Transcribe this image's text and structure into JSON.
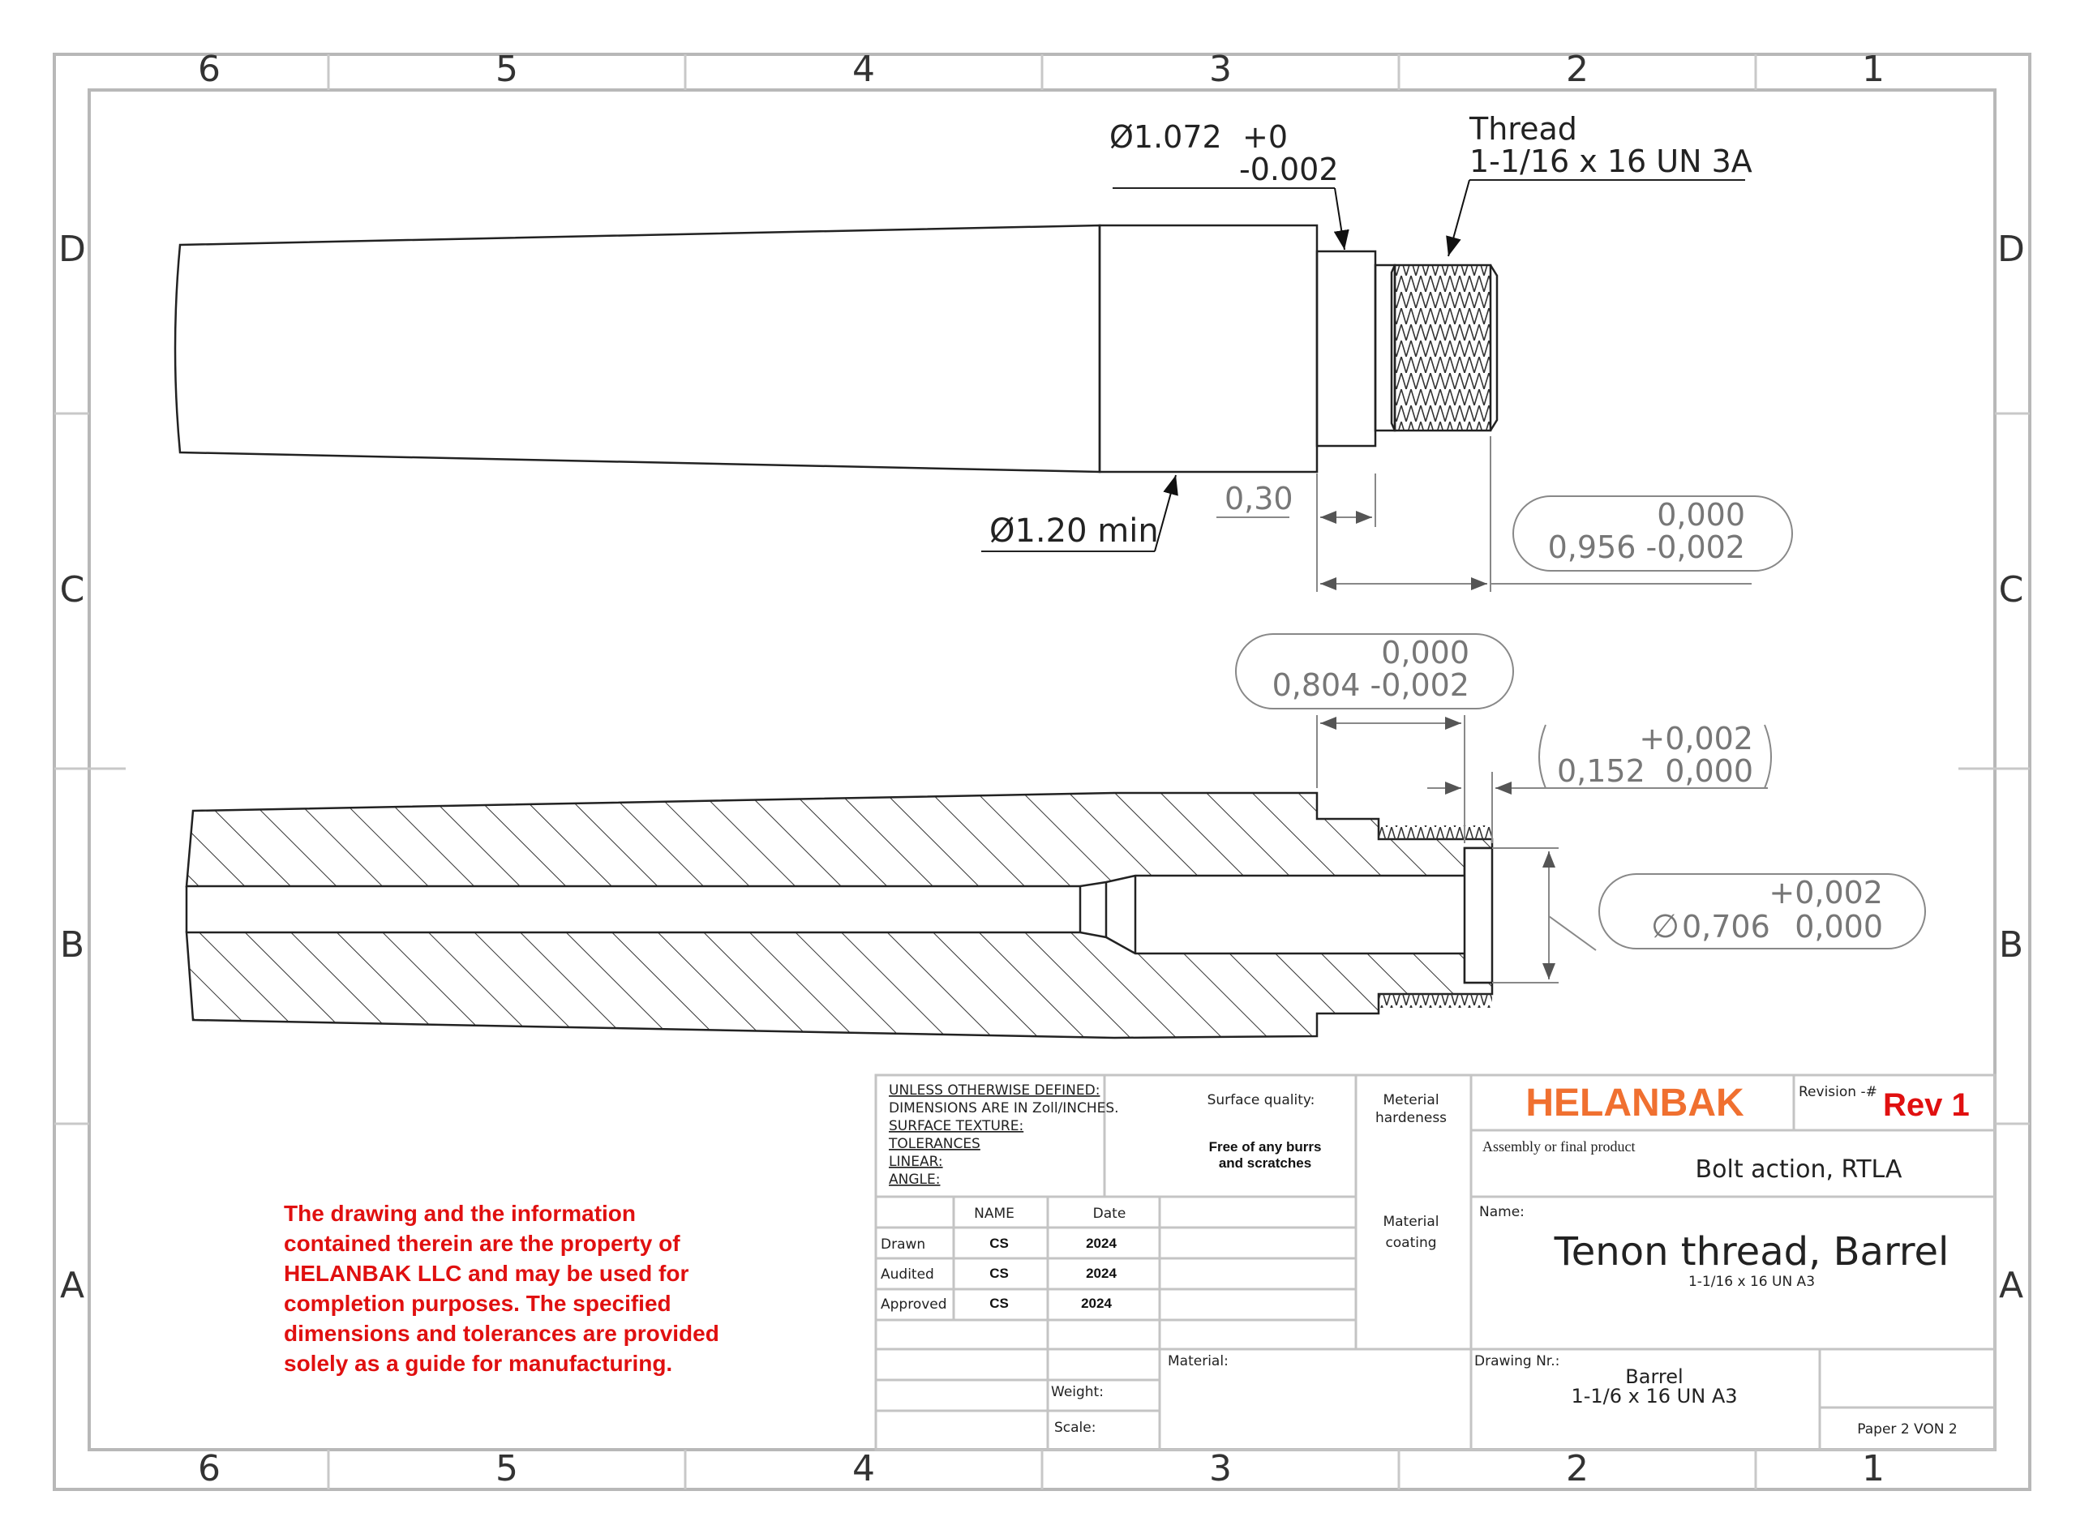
{
  "zones": {
    "columns": [
      "6",
      "5",
      "4",
      "3",
      "2",
      "1"
    ],
    "rows": [
      "D",
      "C",
      "B",
      "A"
    ]
  },
  "dimensions": {
    "tenon_diameter": {
      "value": "Ø1.072",
      "upper": "+0",
      "lower": "-0.002"
    },
    "thread": {
      "line1": "Thread",
      "line2": "1-1/16 x 16 UN 3A"
    },
    "shank_diameter": "Ø1.20 min",
    "relief_length": "0,30",
    "thread_length": {
      "upper": "0,000",
      "main": "0,956 -0,002"
    },
    "bore_depth": {
      "upper": "0,000",
      "main": "0,804 -0,002"
    },
    "recess_depth": {
      "upper": "+0,002",
      "main": "0,152",
      "lower": "0,000"
    },
    "recess_diameter": {
      "symbol": "∅",
      "main": "0,706",
      "upper": "+0,002",
      "lower": "0,000"
    }
  },
  "notice": {
    "lines": [
      "The drawing and the information",
      "contained therein are the property of",
      "HELANBAK LLC and may be used for",
      "completion purposes. The specified",
      "dimensions and tolerances are provided",
      "solely as a guide for manufacturing."
    ]
  },
  "title_block": {
    "defaults": [
      "UNLESS OTHERWISE DEFINED:",
      "DIMENSIONS ARE IN Zoll/INCHES.",
      "SURFACE TEXTURE:",
      "TOLERANCES",
      "LINEAR:",
      "ANGLE:"
    ],
    "surface_label": "Surface quality:",
    "surface_value_1": "Free of any burrs",
    "surface_value_2": "and scratches",
    "hardness_label_1": "Meterial",
    "hardness_label_2": "hardeness",
    "coating_label_1": "Material",
    "coating_label_2": "coating",
    "company": "HELANBAK",
    "revision_label": "Revision -#",
    "revision_value": "Rev 1",
    "assembly_label": "Assembly or final product",
    "assembly_value": "Bolt action, RTLA",
    "name_label": "Name:",
    "name_value": "Tenon thread, Barrel",
    "name_sub": "1-1/16 x 16 UN A3",
    "approvals": {
      "header_name": "NAME",
      "header_date": "Date",
      "rows": [
        {
          "role": "Drawn",
          "name": "CS",
          "date": "2024"
        },
        {
          "role": "Audited",
          "name": "CS",
          "date": "2024"
        },
        {
          "role": "Approved",
          "name": "CS",
          "date": "2024"
        }
      ]
    },
    "material_label": "Material:",
    "weight_label": "Weight:",
    "scale_label": "Scale:",
    "drawing_nr_label": "Drawing Nr.:",
    "drawing_nr_1": "Barrel",
    "drawing_nr_2": "1-1/6 x 16 UN A3",
    "paper": "Paper 2 VON 2"
  },
  "colors": {
    "brand": "#f07030",
    "revision": "#e01010",
    "notice": "#e01010",
    "frame": "#b8b8b8"
  }
}
